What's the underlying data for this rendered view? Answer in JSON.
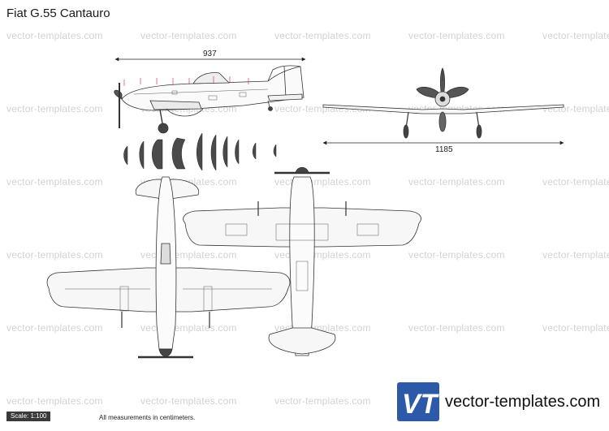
{
  "title": "Fiat G.55 Cantauro",
  "watermark_text": "vector-templates.com",
  "dimensions": {
    "length": "937",
    "wingspan": "1185"
  },
  "footer": {
    "scale": "Scale: 1:100",
    "note": "All measurements in centimeters."
  },
  "brand": {
    "logo_text": "VT",
    "site": "vector-templates.com",
    "logo_color": "#2d5aa8"
  },
  "colors": {
    "line": "#333333",
    "dim_arrow": "#cc2222"
  }
}
